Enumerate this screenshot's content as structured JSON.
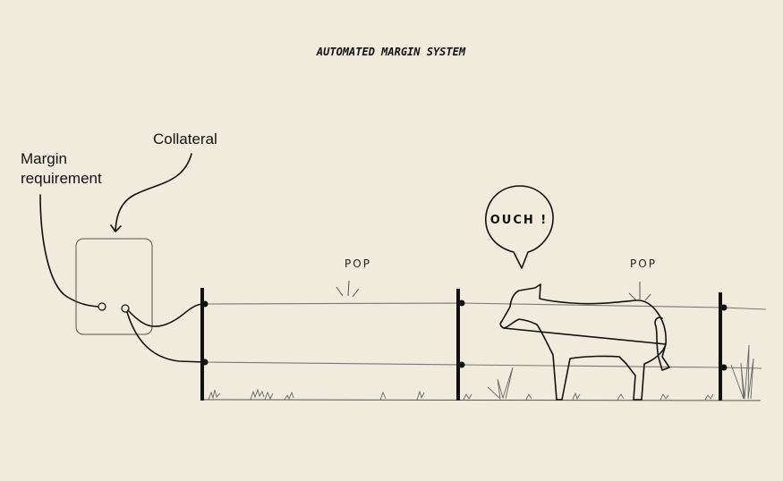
{
  "title": "AUTOMATED MARGIN SYSTEM",
  "labels": {
    "collateral": "Collateral",
    "margin_line1": "Margin",
    "margin_line2": "requirement"
  },
  "sound_effects": [
    "POP",
    "POP"
  ],
  "speech_bubble": "OUCH !"
}
